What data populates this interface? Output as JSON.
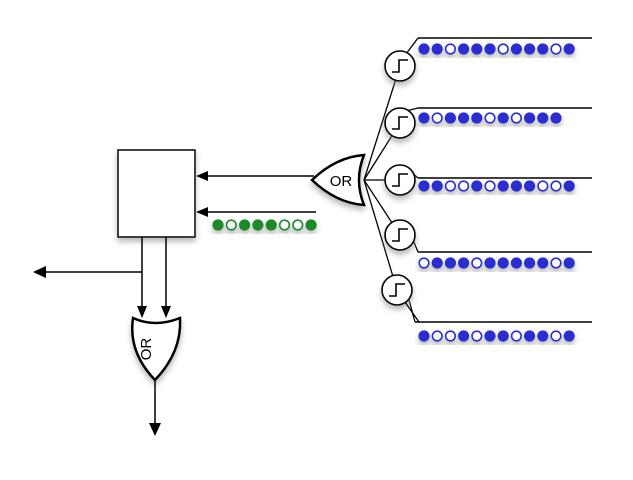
{
  "gates": {
    "main_or_label": "OR",
    "lower_or_label": "OR"
  },
  "colors": {
    "blue": "#2a2fd0",
    "green": "#1f8a2a",
    "stroke": "#000000",
    "shadow": "#9a9a9a"
  },
  "input_sequence": [
    1,
    0,
    1,
    1,
    1,
    0,
    0,
    1
  ],
  "trains": [
    [
      1,
      1,
      0,
      1,
      1,
      1,
      0,
      1,
      1,
      1,
      0,
      1
    ],
    [
      1,
      0,
      1,
      1,
      1,
      0,
      1,
      0,
      1,
      1,
      1
    ],
    [
      1,
      1,
      0,
      0,
      1,
      0,
      1,
      1,
      1,
      0,
      0,
      1
    ],
    [
      0,
      1,
      1,
      1,
      0,
      1,
      1,
      1,
      1,
      1,
      0,
      1
    ],
    [
      1,
      0,
      0,
      1,
      0,
      1,
      1,
      0,
      1,
      1,
      0,
      1
    ]
  ],
  "icons": {
    "detector": "step-function-icon",
    "arrow": "arrow-head"
  }
}
